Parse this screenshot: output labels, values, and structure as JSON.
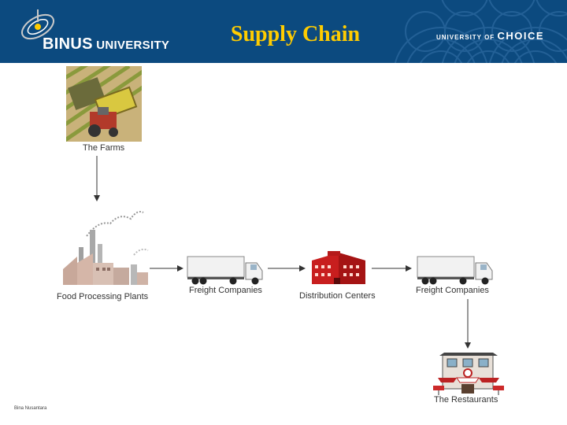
{
  "header": {
    "logo_brand": "BINUS",
    "logo_suffix": "UNIVERSITY",
    "title": "Supply Chain",
    "tagline_prefix": "UNIVERSITY OF",
    "tagline_emphasis": "CHOICE",
    "colors": {
      "banner": "#0c4a7f",
      "title": "#ffcc00"
    }
  },
  "diagram": {
    "nodes": [
      {
        "id": "farms",
        "label": "The Farms",
        "icon": "farm-tractor-icon"
      },
      {
        "id": "food-processing",
        "label": "Food Processing Plants",
        "icon": "factory-icon"
      },
      {
        "id": "freight-1",
        "label": "Freight Companies",
        "icon": "truck-icon"
      },
      {
        "id": "distribution",
        "label": "Distribution Centers",
        "icon": "warehouse-icon"
      },
      {
        "id": "freight-2",
        "label": "Freight Companies",
        "icon": "truck-icon"
      },
      {
        "id": "restaurants",
        "label": "The Restaurants",
        "icon": "restaurant-icon"
      }
    ],
    "edges": [
      {
        "from": "farms",
        "to": "food-processing"
      },
      {
        "from": "food-processing",
        "to": "freight-1"
      },
      {
        "from": "freight-1",
        "to": "distribution"
      },
      {
        "from": "distribution",
        "to": "freight-2"
      },
      {
        "from": "freight-2",
        "to": "restaurants"
      }
    ]
  },
  "footer": {
    "text": "Bina Nusantara"
  }
}
